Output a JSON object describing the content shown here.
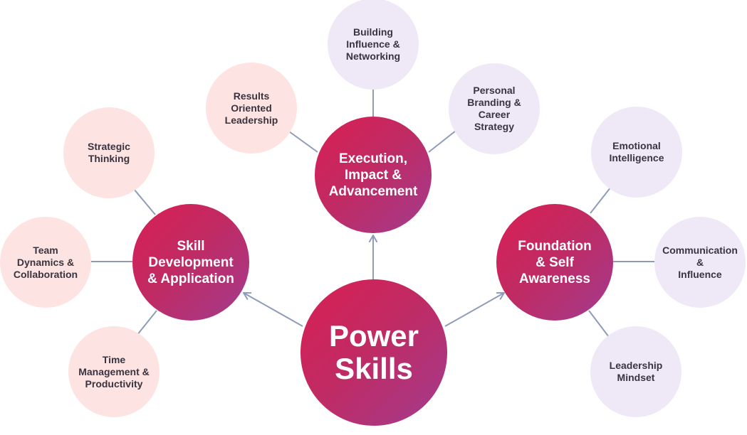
{
  "colors": {
    "hub_gradient_start": "#d91f55",
    "hub_gradient_end": "#a23b8e",
    "connector": "#8f9bb8",
    "satellite_peach": "#fde3e1",
    "satellite_lavender": "#efe9f7",
    "satellite_text": "#3a3340"
  },
  "center": {
    "lines": [
      "Power",
      "Skills"
    ]
  },
  "hubs": {
    "top": {
      "lines": [
        "Execution,",
        "Impact &",
        "Advancement"
      ]
    },
    "left": {
      "lines": [
        "Skill",
        "Development",
        "& Application"
      ]
    },
    "right": {
      "lines": [
        "Foundation",
        "& Self",
        "Awareness"
      ]
    }
  },
  "satellites": {
    "influence": {
      "lines": [
        "Building",
        "Influence &",
        "Networking"
      ]
    },
    "results": {
      "lines": [
        "Results",
        "Oriented",
        "Leadership"
      ]
    },
    "branding": {
      "lines": [
        "Personal",
        "Branding &",
        "Career",
        "Strategy"
      ]
    },
    "strategic": {
      "lines": [
        "Strategic",
        "Thinking"
      ]
    },
    "team": {
      "lines": [
        "Team",
        "Dynamics &",
        "Collaboration"
      ]
    },
    "time": {
      "lines": [
        "Time",
        "Management &",
        "Productivity"
      ]
    },
    "emotional": {
      "lines": [
        "Emotional",
        "Intelligence"
      ]
    },
    "communication": {
      "lines": [
        "Communication",
        "&",
        "Influence"
      ]
    },
    "leadership": {
      "lines": [
        "Leadership",
        "Mindset"
      ]
    }
  }
}
